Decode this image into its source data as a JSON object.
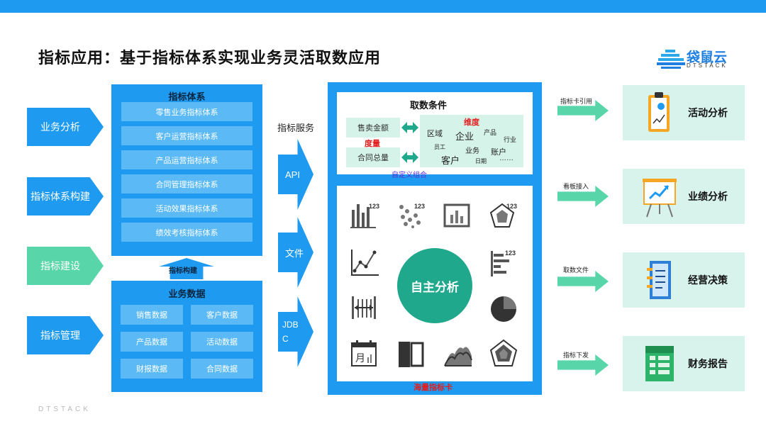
{
  "title": "指标应用：基于指标体系实现业务灵活取数应用",
  "logo": {
    "name": "袋鼠云",
    "sub": "DTSTACK"
  },
  "footer": "DTSTACK",
  "left_steps": [
    {
      "label": "业务分析",
      "color": "blue"
    },
    {
      "label": "指标体系构建",
      "color": "blue"
    },
    {
      "label": "指标建设",
      "color": "green"
    },
    {
      "label": "指标管理",
      "color": "blue"
    }
  ],
  "index_system": {
    "title": "指标体系",
    "items": [
      "零售业务指标体系",
      "客户运营指标体系",
      "产品运营指标体系",
      "合同管理指标体系",
      "活动效果指标体系",
      "绩效考核指标体系"
    ]
  },
  "build_label": "指标构建",
  "business_data": {
    "title": "业务数据",
    "cells": [
      "销售数据",
      "客户数据",
      "产品数据",
      "活动数据",
      "财报数据",
      "合同数据"
    ]
  },
  "service": {
    "title": "指标服务",
    "arrows": [
      "API",
      "文件",
      "JDBC"
    ]
  },
  "fetch": {
    "title": "取数条件",
    "measures": [
      "售卖金额",
      "合同总量"
    ],
    "measure_label": "度量",
    "dimension_label": "维度",
    "dimension_words": [
      "区域",
      "企业",
      "产品",
      "行业",
      "员工",
      "业务",
      "账户",
      "客户",
      "日期",
      "……"
    ],
    "custom_label": "自定义组合"
  },
  "analysis": {
    "center": "自主分析",
    "card_label": "海量指标卡",
    "icons": [
      "bar-123-icon",
      "scatter-123-icon",
      "bar-frame-icon",
      "radar-123-icon",
      "line-chart-icon",
      "hbar-123-icon",
      "range-icon",
      "pie-icon",
      "calendar-icon",
      "split-icon",
      "area-chart-icon",
      "radar-icon"
    ]
  },
  "outputs": [
    {
      "arrow_label": "指标卡引用",
      "card": "活动分析",
      "icon": "clipboard-icon"
    },
    {
      "arrow_label": "看板接入",
      "card": "业绩分析",
      "icon": "board-icon"
    },
    {
      "arrow_label": "取数文件",
      "card": "经营决策",
      "icon": "notebook-icon"
    },
    {
      "arrow_label": "指标下发",
      "card": "财务报告",
      "icon": "sheet-icon"
    }
  ],
  "colors": {
    "blue": "#1e9bf0",
    "green": "#58d6a9",
    "teal": "#1fa88c",
    "light_green": "#d8f3ec"
  }
}
